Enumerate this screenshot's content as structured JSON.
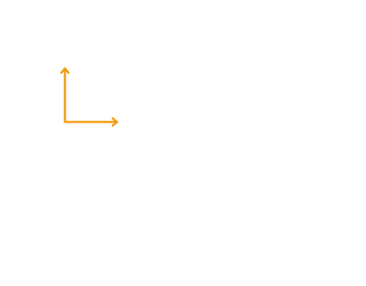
{
  "diagram": {
    "kind": "coordinate-axes",
    "color": "#f39c12",
    "axes": [
      {
        "name": "x-axis",
        "direction": "right"
      },
      {
        "name": "y-axis",
        "direction": "up"
      }
    ]
  }
}
